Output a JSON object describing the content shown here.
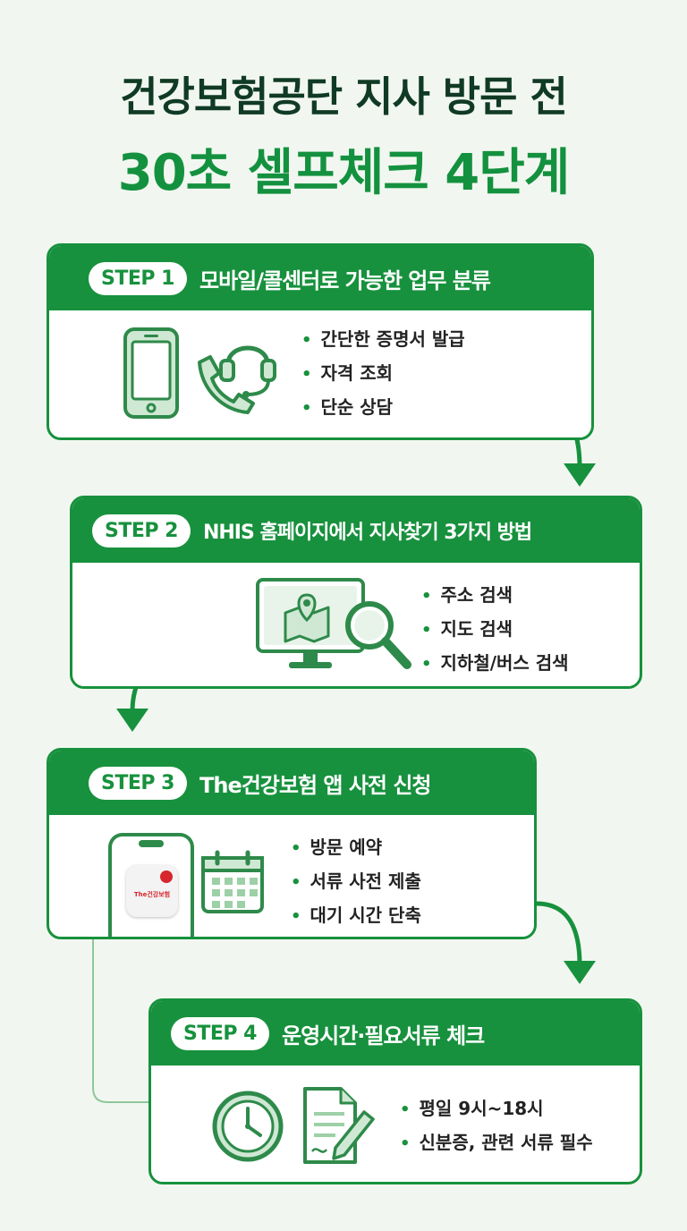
{
  "title": {
    "line1": "건강보험공단 지사 방문 전",
    "line2": "30초 셀프체크 4단계"
  },
  "steps": [
    {
      "label": "STEP 1",
      "title": "모바일/콜센터로 가능한 업무 분류",
      "bullets": [
        "간단한 증명서 발급",
        "자격 조회",
        "단순 상담"
      ],
      "icons": [
        "smartphone-icon",
        "headset-phone-icon"
      ]
    },
    {
      "label": "STEP 2",
      "title": "NHIS 홈페이지에서 지사찾기 3가지 방법",
      "bullets": [
        "주소 검색",
        "지도 검색",
        "지하철/버스 검색"
      ],
      "icons": [
        "monitor-map-icon",
        "magnifier-icon"
      ]
    },
    {
      "label": "STEP 3",
      "title": "The건강보험 앱 사전 신청",
      "bullets": [
        "방문 예약",
        "서류 사전 제출",
        "대기 시간 단축"
      ],
      "icons": [
        "phone-app-icon",
        "calendar-icon"
      ],
      "app_label": "The건강보험"
    },
    {
      "label": "STEP 4",
      "title": "운영시간·필요서류 체크",
      "bullets": [
        "평일 9시~18시",
        "신분증, 관련 서류 필수"
      ],
      "icons": [
        "clock-icon",
        "document-pen-icon"
      ]
    }
  ],
  "colors": {
    "brand_green": "#17913d",
    "title_dark": "#103a24",
    "background": "#f1f7f0",
    "icon_fill": "#cfe8d3"
  }
}
